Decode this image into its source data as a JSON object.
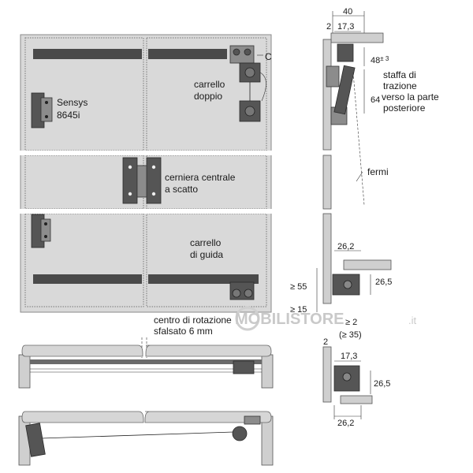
{
  "labels": {
    "sensys_line1": "Sensys",
    "sensys_line2": "8645i",
    "carrello_doppio_line1": "carrello",
    "carrello_doppio_line2": "doppio",
    "cerniera_line1": "cerniera centrale",
    "cerniera_line2": "a scatto",
    "carrello_guida_line1": "carrello",
    "carrello_guida_line2": "di guida",
    "centro_line1": "centro di rotazione",
    "centro_line2": "sfalsato 6 mm",
    "staffa_line1": "staffa di",
    "staffa_line2": "trazione",
    "staffa_line3": "verso la parte",
    "staffa_line4": "posteriore",
    "fermi": "fermi",
    "c_mark": "C"
  },
  "dimensions": {
    "d40": "40",
    "d2_top": "2",
    "d17_3_top": "17,3",
    "d48": "48",
    "d48_suffix": "± 3",
    "d64": "64",
    "d26_2_mid": "26,2",
    "d55": "≥ 55",
    "d26_5_mid": "26,5",
    "d15": "≥ 15",
    "d2_ge": "≥ 2",
    "d2_bottom": "2",
    "d35": "(≥ 35)",
    "d17_3_bottom": "17,3",
    "d26_5_bottom": "26,5",
    "d26_2_bottom": "26,2"
  },
  "watermark": {
    "brand": "MOBILISTORE",
    "tld": ".it"
  },
  "colors": {
    "panel": "#d9d9d9",
    "rail": "#4a4a4a",
    "hardware": "#555555",
    "watermark": "#c9c9c9"
  }
}
